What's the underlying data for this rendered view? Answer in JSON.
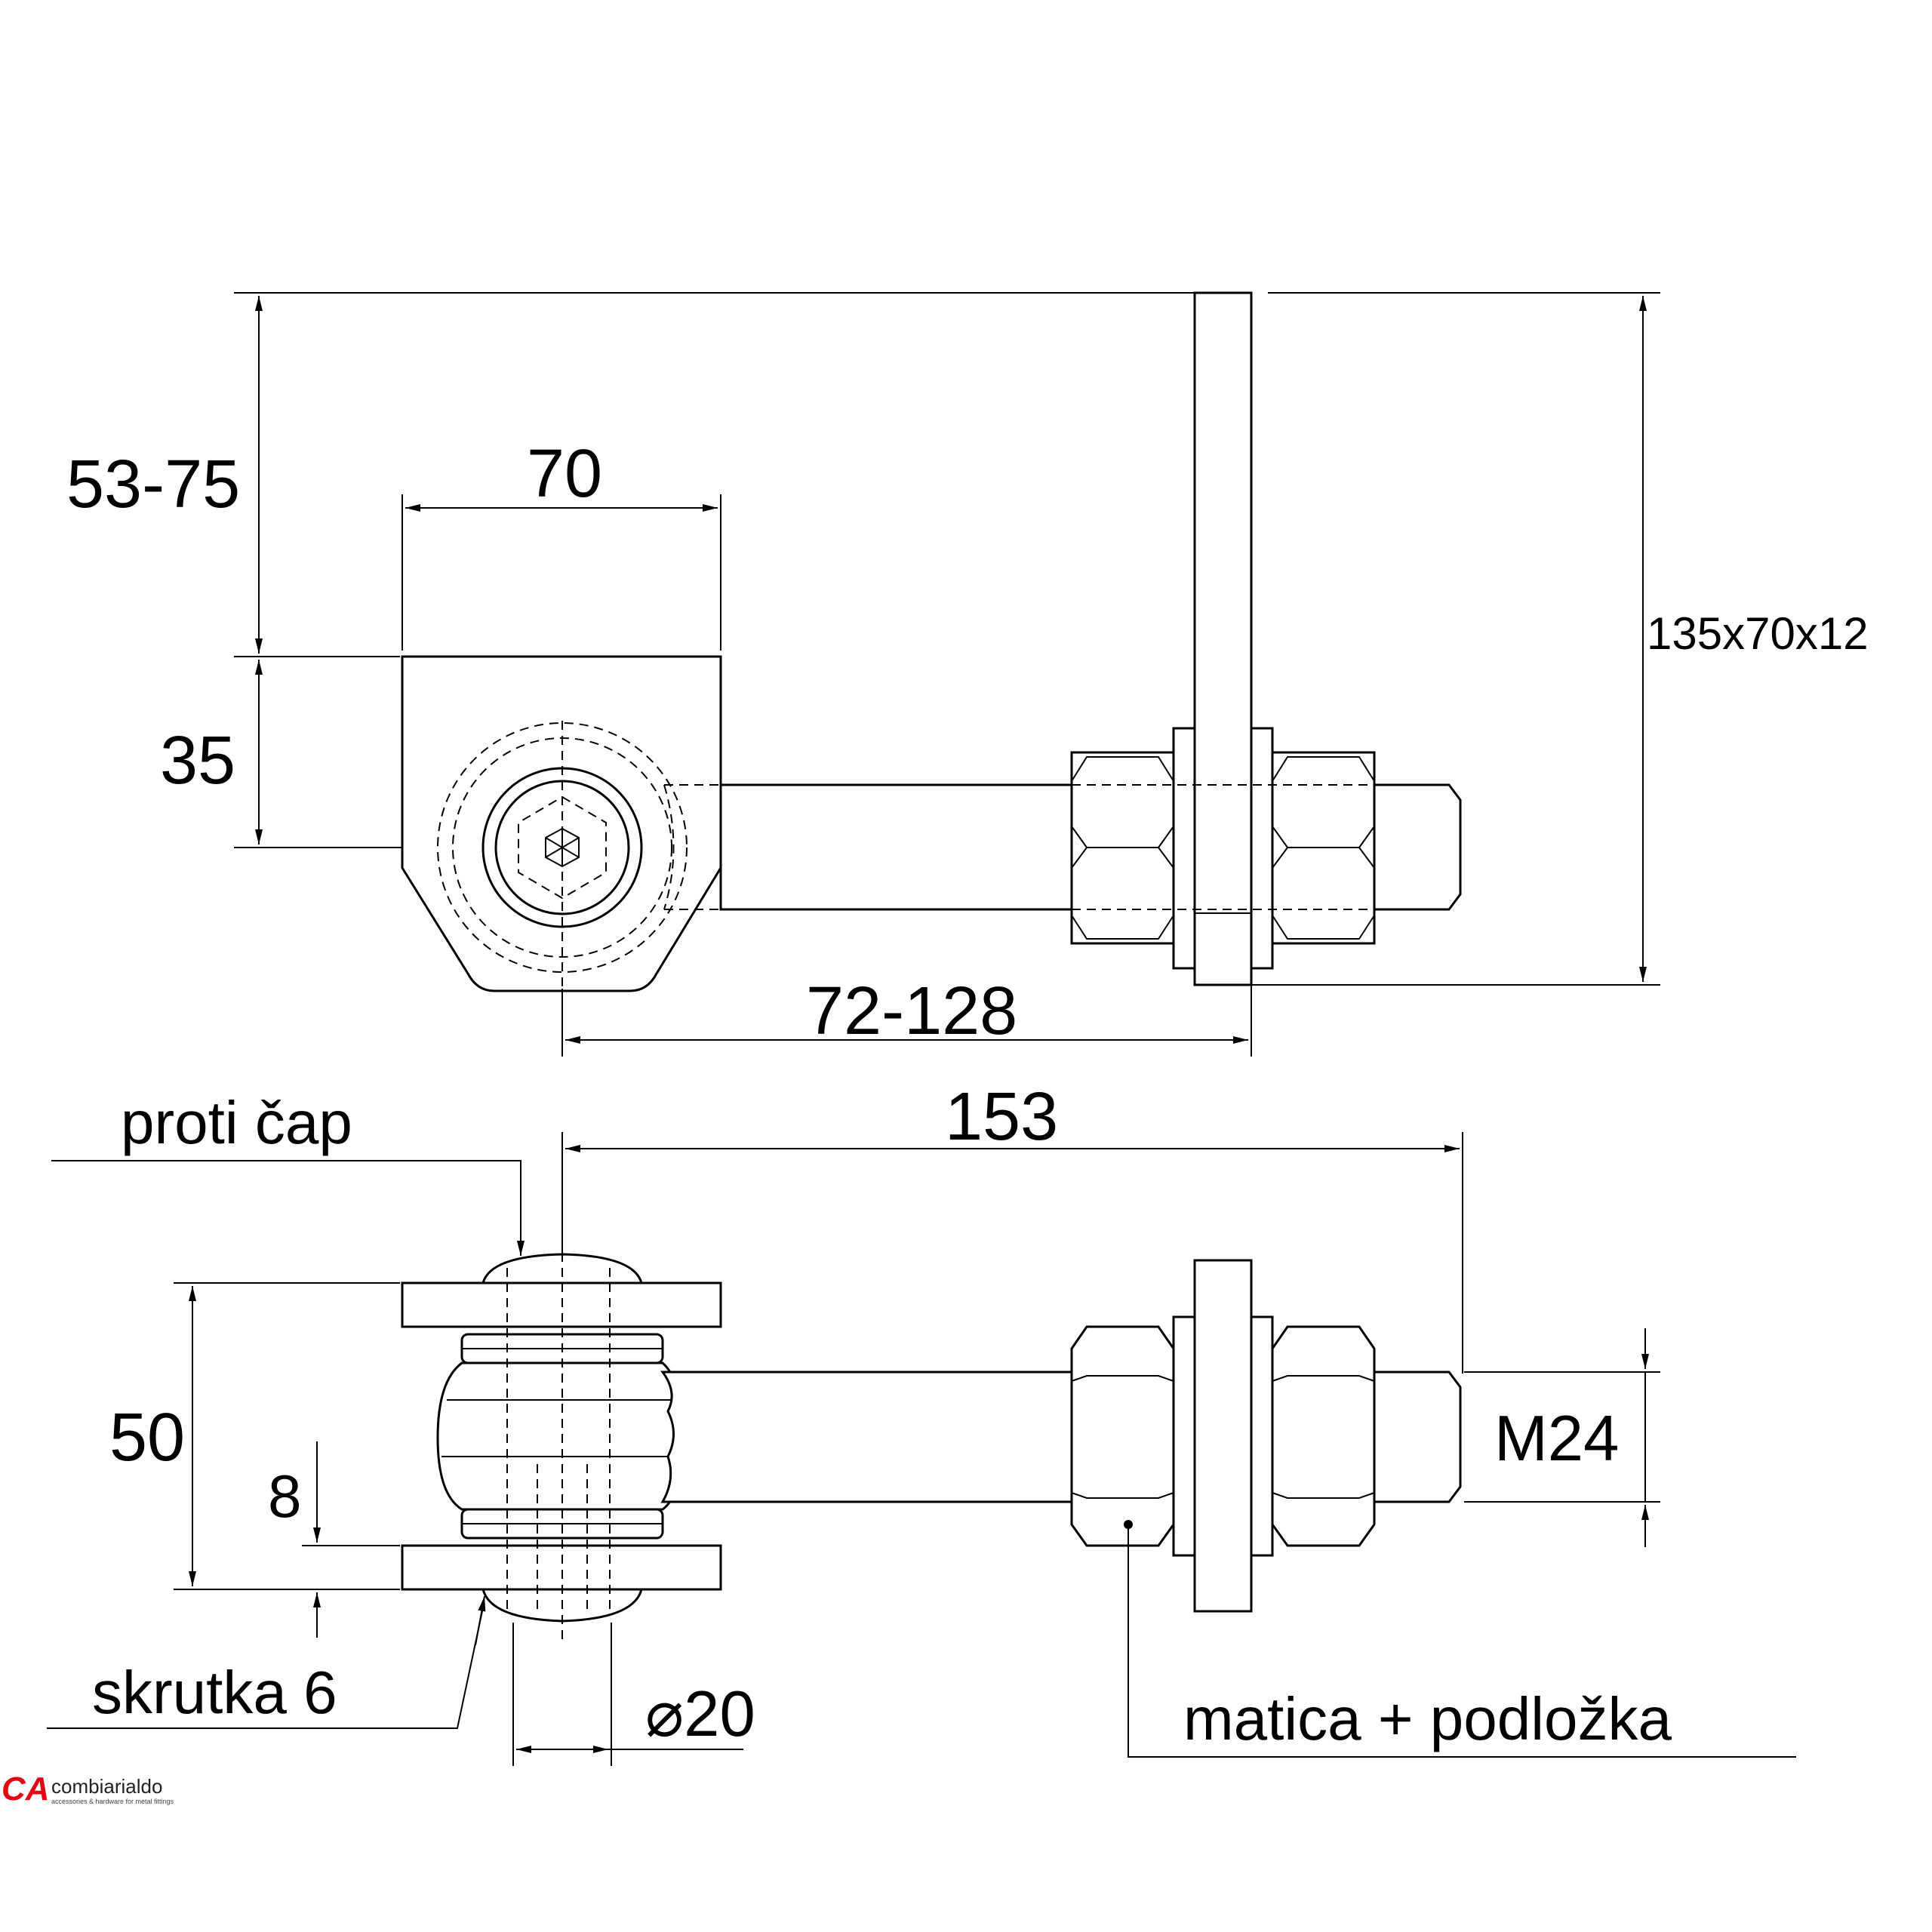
{
  "dimensions": {
    "top_height": "53-75",
    "width_70": "70",
    "offset_35": "35",
    "plate": "135x70x12",
    "reach": "72-128",
    "length_153": "153",
    "height_50": "50",
    "depth_8": "8",
    "thread": "M24",
    "diameter": "⌀20"
  },
  "callouts": {
    "pin_cap": "proti čap",
    "screw": "skrutka 6",
    "nut_washer": "matica + podložka"
  },
  "logo": {
    "mark": "CA",
    "name": "combiarialdo",
    "tagline": "accessories & hardware for metal fittings",
    "accent": "#e30613"
  }
}
